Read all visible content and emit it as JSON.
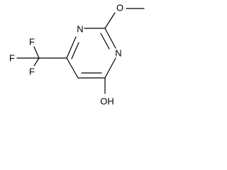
{
  "molecule": {
    "atom_labels": {
      "n_top": "N",
      "n_right": "N",
      "o_methoxy": "O",
      "o_hydroxyl": "OH",
      "f_top": "F",
      "f_left": "F",
      "f_bottom": "F"
    }
  }
}
